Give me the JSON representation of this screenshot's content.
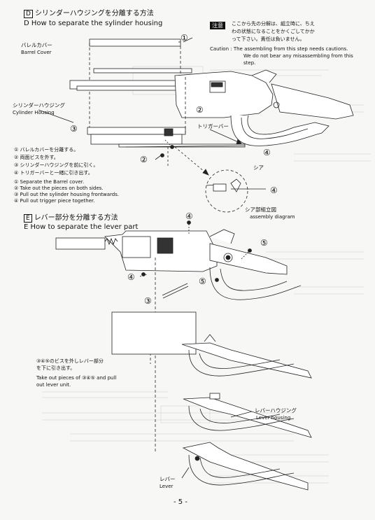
{
  "section_d": {
    "letter": "D",
    "title_ja": "シリンダーハウジングを分離する方法",
    "title_en": "D  How to separate the sylinder housing"
  },
  "caution": {
    "tag": "注意",
    "line1_ja": "ここから先の分解は、組立時に、ちえ",
    "line2_ja": "わの状態になることをかくごしてかか",
    "line3_ja": "って下さい。責任は負いません。",
    "line1_en": "Caution : The assembling from this step needs cautions.",
    "line2_en": "We do not bear any misassembling from this",
    "line3_en": "step."
  },
  "labels_d": {
    "barrel_cover_ja": "バレルカバー",
    "barrel_cover_en": "Barrel Cover",
    "cyl_housing_ja": "シリンダーハウジング",
    "cyl_housing_en": "Cylinder Housing",
    "trigger_bar_ja": "トリガーバー",
    "sear_ja": "シア",
    "sear_assy_ja": "シア部組立図",
    "sear_assy_en": "assembly diagram"
  },
  "circled": [
    "①",
    "②",
    "③",
    "④",
    "⑤"
  ],
  "steps_d_ja": [
    "① バレルカバーを分離する。",
    "② 両面ビスを外す。",
    "③ シリンダーハウジングを前に引く。",
    "④ トリガーバーと一緒に引き出す。"
  ],
  "steps_d_en": [
    "① Separate the Barrel cover.",
    "② Take out the pieces on both sides.",
    "③ Pull out the sylinder housing frontwards.",
    "④ Pull out trigger piece together."
  ],
  "section_e": {
    "letter": "E",
    "title_ja": "レバー部分を分離する方法",
    "title_en": "E  How to separate the lever part"
  },
  "labels_e": {
    "note_ja_1": "③④⑤のビスを外しレバー部分",
    "note_ja_2": "を下に引き出す。",
    "note_en_1": "Take out pieces of ③④⑤  and pull",
    "note_en_2": "out lever unit.",
    "lever_housing_ja": "レバーハウジング",
    "lever_housing_en": "Lever housing",
    "lever_ja": "レバー",
    "lever_en": "Lever"
  },
  "page_number": "- 5 -"
}
